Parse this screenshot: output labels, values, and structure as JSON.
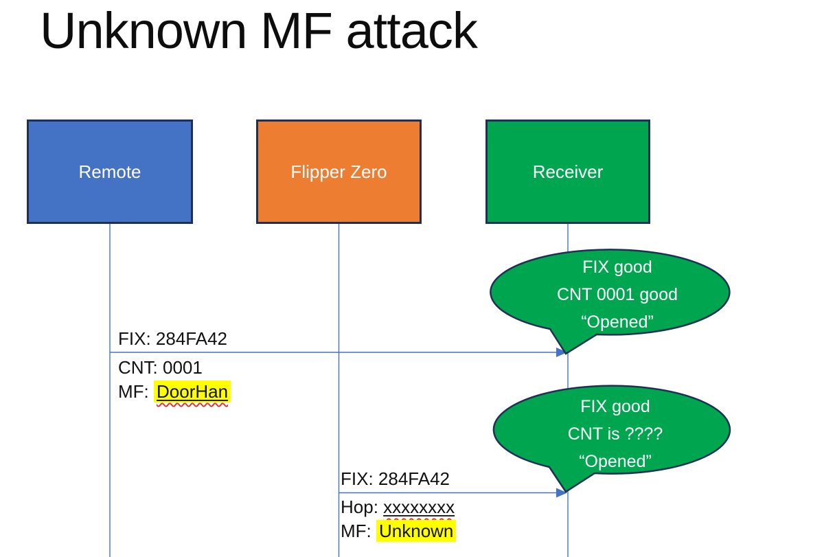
{
  "slide": {
    "title": "Unknown MF attack"
  },
  "actors": {
    "remote": {
      "label": "Remote",
      "color": "#4472c4"
    },
    "flipper": {
      "label": "Flipper Zero",
      "color": "#ed7d31"
    },
    "receiver": {
      "label": "Receiver",
      "color": "#00a64f"
    }
  },
  "messages": {
    "msg1": {
      "from": "Remote",
      "to": "Receiver",
      "above": "FIX: 284FA42",
      "line2": "CNT: 0001",
      "line3_prefix": "MF: ",
      "line3_value": "DoorHan"
    },
    "msg2": {
      "from": "Flipper Zero",
      "to": "Receiver",
      "above": "FIX: 284FA42",
      "line2_prefix": "Hop: ",
      "line2_value": "xxxxxxxx",
      "line3_prefix": "MF: ",
      "line3_value": "Unknown"
    }
  },
  "callouts": {
    "callout1": {
      "line1": "FIX good",
      "line2": "CNT 0001 good",
      "line3": "“Opened”"
    },
    "callout2": {
      "line1": "FIX good",
      "line2": "CNT is ????",
      "line3": "“Opened”"
    }
  },
  "colors": {
    "actor_border": "#1f3055",
    "connector_blue": "#4472c4",
    "callout_green": "#00a64f",
    "highlight_yellow": "#ffff00",
    "spellcheck_red": "#e0392b",
    "title_text": "#0d0d0d",
    "actor_text": "#ffffff"
  }
}
